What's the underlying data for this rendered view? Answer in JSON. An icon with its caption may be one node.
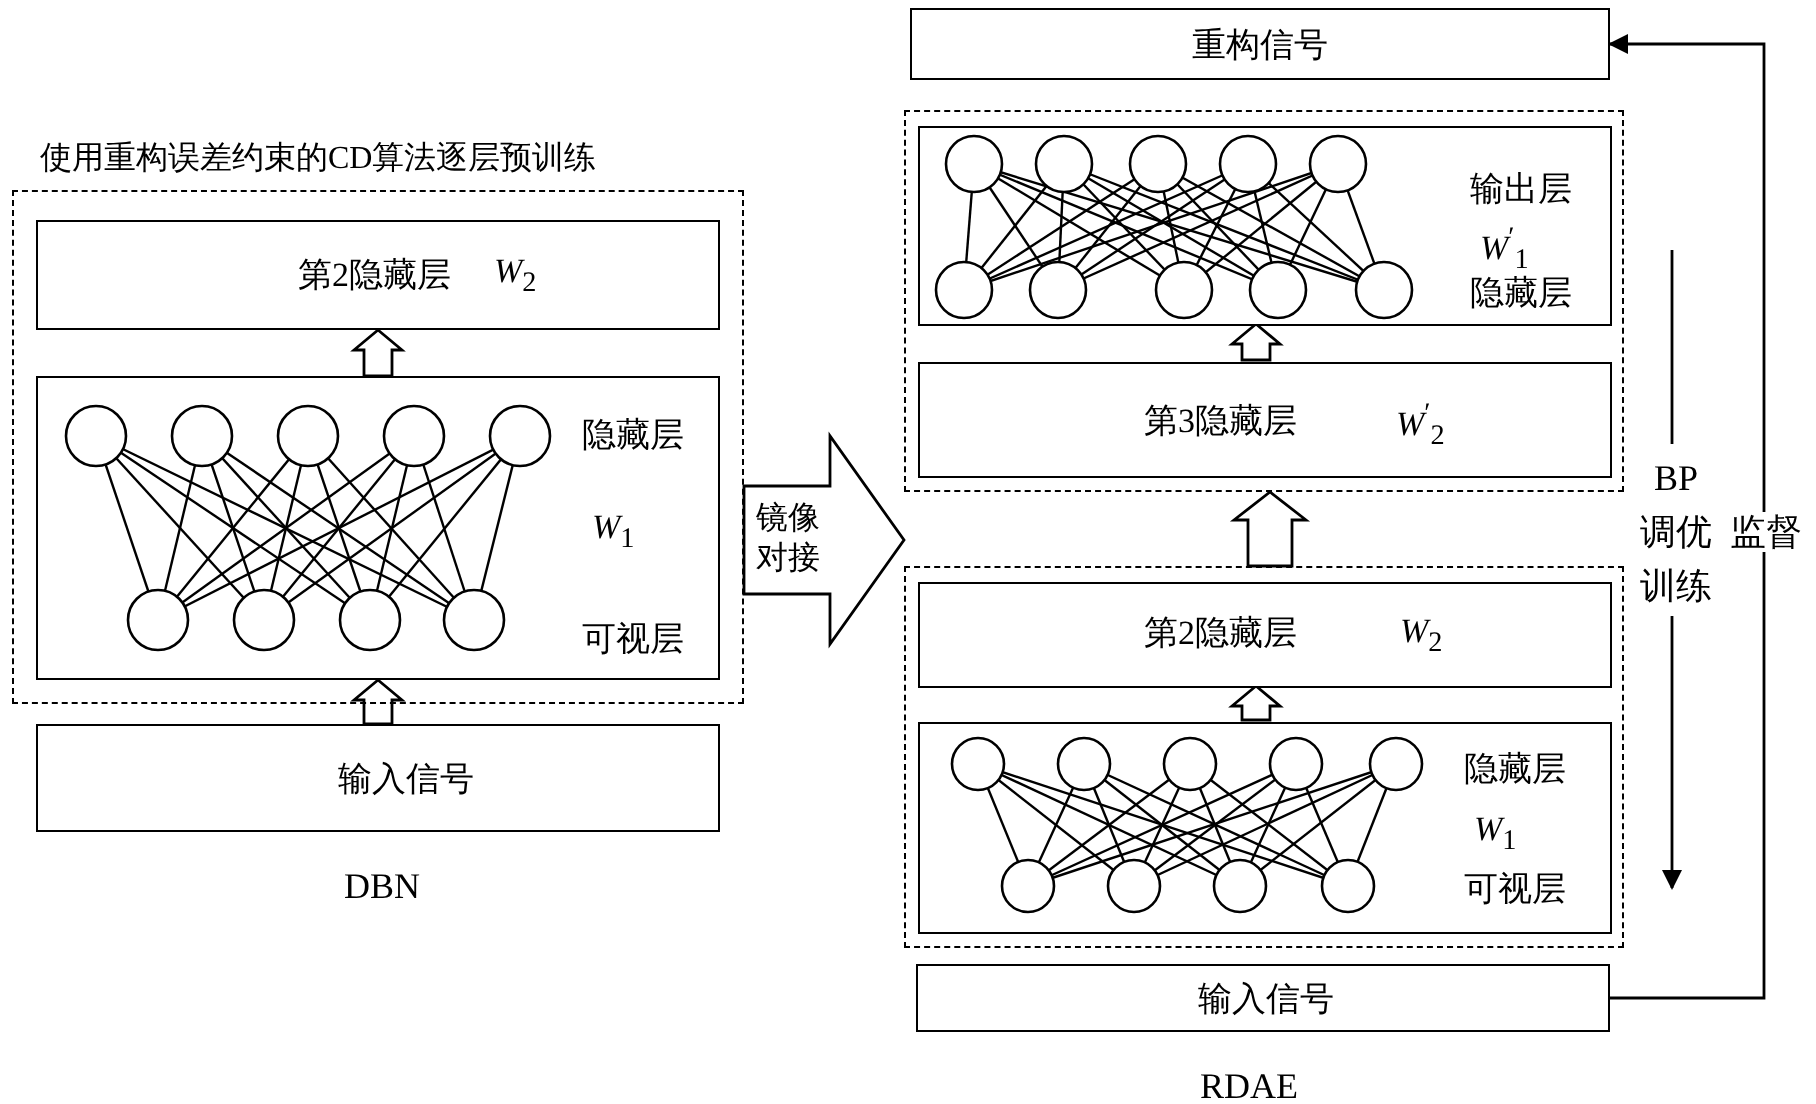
{
  "diagram": {
    "nodes": [
      {
        "text": [
          "使用重构误差约束的CD算法逐层预训练"
        ]
      },
      {
        "text": [
          "第2隐藏层",
          "*W*$_{2}$"
        ],
        "in": 0
      },
      {
        "text": [
          "隐藏层",
          "*W*$_{1}$",
          "可视层"
        ],
        "in": 0
      },
      {
        "text": [
          "输入信号"
        ]
      },
      {
        "text": [
          "重构信号"
        ]
      },
      {
        "text": [],
        "shape": "box"
      },
      {
        "text": [
          "输出层",
          "*W*$^{′}$$_{1}$",
          "隐藏层"
        ],
        "in": 5
      },
      {
        "text": [
          "第3隐藏层",
          "*W*$^{′}$$_{2}$"
        ],
        "in": 5
      },
      {
        "text": [],
        "shape": "box"
      },
      {
        "text": [
          "第2隐藏层",
          "*W*$_{2}$"
        ],
        "in": 8
      },
      {
        "text": [
          "隐藏层",
          "*W*$_{1}$",
          "可视层"
        ],
        "in": 8
      },
      {
        "text": [
          "输入信号"
        ]
      }
    ],
    "edges": [
      {
        "from": 3,
        "to": 2,
        "arrow": "to",
        "style": "thick"
      },
      {
        "from": 2,
        "to": 1,
        "arrow": "to",
        "style": "thick"
      },
      {
        "from": 0,
        "to": 8,
        "arrow": "to",
        "style": "thick",
        "label": "镜像对接"
      },
      {
        "from": 10,
        "to": 9,
        "arrow": "to",
        "style": "thick"
      },
      {
        "from": 8,
        "to": 5,
        "arrow": "to",
        "style": "thick"
      },
      {
        "from": 7,
        "to": 6,
        "arrow": "to",
        "style": "thick"
      },
      {
        "from": 11,
        "to": 4,
        "arrow": "to",
        "label": "监督"
      }
    ],
    "labels": [
      "DBN",
      "RDAE",
      "BP调优训练"
    ]
  }
}
